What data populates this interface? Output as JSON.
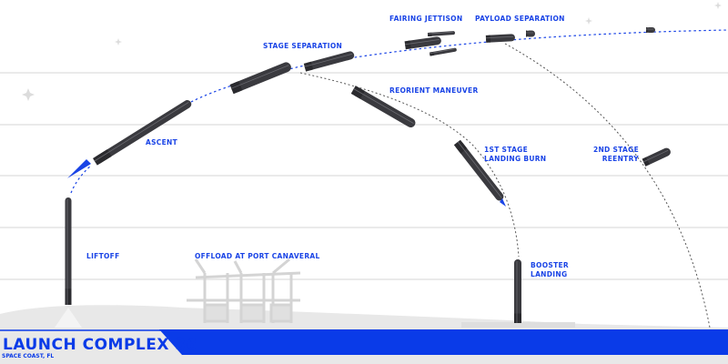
{
  "title": "LAUNCH COMPLEX 36",
  "subtitle": "SPACE COAST, FL",
  "colors": {
    "accent": "#0a3be8",
    "label": "#1a44e6",
    "rocket": "#3a3a3f",
    "grid": "#e3e3e3",
    "ground": "#e6e6e6"
  },
  "stages": {
    "liftoff": "LIFTOFF",
    "ascent": "ASCENT",
    "stage_separation": "STAGE SEPARATION",
    "fairing_jettison": "FAIRING JETTISON",
    "payload_separation": "PAYLOAD SEPARATION",
    "reorient_maneuver": "REORIENT MANEUVER",
    "landing_burn_1": "1ST STAGE",
    "landing_burn_2": "LANDING BURN",
    "reentry_1": "2ND STAGE",
    "reentry_2": "REENTRY",
    "booster_landing_1": "BOOSTER",
    "booster_landing_2": "LANDING",
    "offload": "OFFLOAD AT PORT CANAVERAL"
  }
}
